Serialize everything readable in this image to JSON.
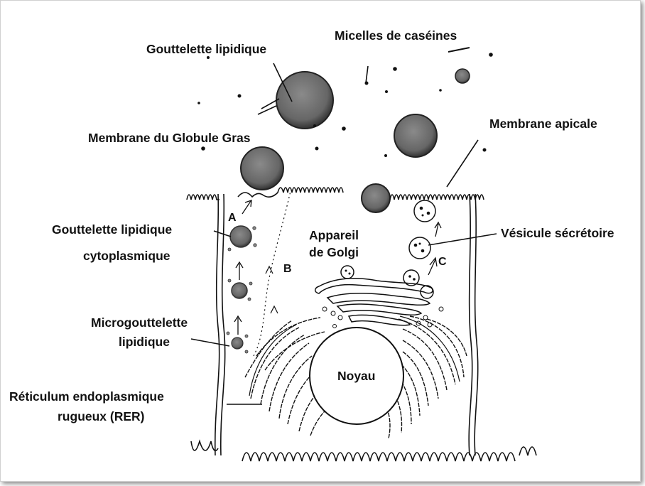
{
  "labels": {
    "gouttelette_lipidique": "Gouttelette lipidique",
    "micelles": "Micelles de caséines",
    "membrane_globule": "Membrane du Globule  Gras",
    "membrane_apicale": "Membrane apicale",
    "gouttelette_cyto_1": "Gouttelette lipidique",
    "gouttelette_cyto_2": "cytoplasmique",
    "appareil_1": "Appareil",
    "appareil_2": "de Golgi",
    "vesicule": "Vésicule sécrétoire",
    "micro_1": "Microgouttelette",
    "micro_2": "lipidique",
    "reticulum_1": "Réticulum endoplasmique",
    "reticulum_2": "rugueux (RER)",
    "noyau": "Noyau",
    "path_a": "A",
    "path_b": "B",
    "path_c": "C"
  },
  "colors": {
    "droplet_fill": "#6e6e6e",
    "droplet_edge": "#2a2a2a",
    "line": "#111111"
  }
}
